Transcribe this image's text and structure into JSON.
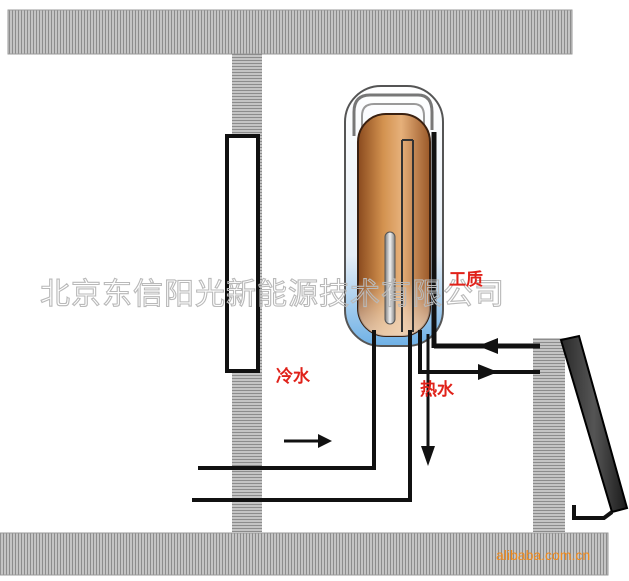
{
  "labels": {
    "working_fluid": "工质",
    "cold_water": "冷水",
    "hot_water": "热水"
  },
  "watermark": {
    "company": "北京东信阳光新能源技术有限公司",
    "site": "alibaba.com.cn"
  },
  "colors": {
    "pipe": "#111111",
    "wall": "#b0b0b0",
    "tank_copper": "#c07a3c",
    "tank_glass": "#8fc4ec",
    "label_red": "#e0221a"
  }
}
